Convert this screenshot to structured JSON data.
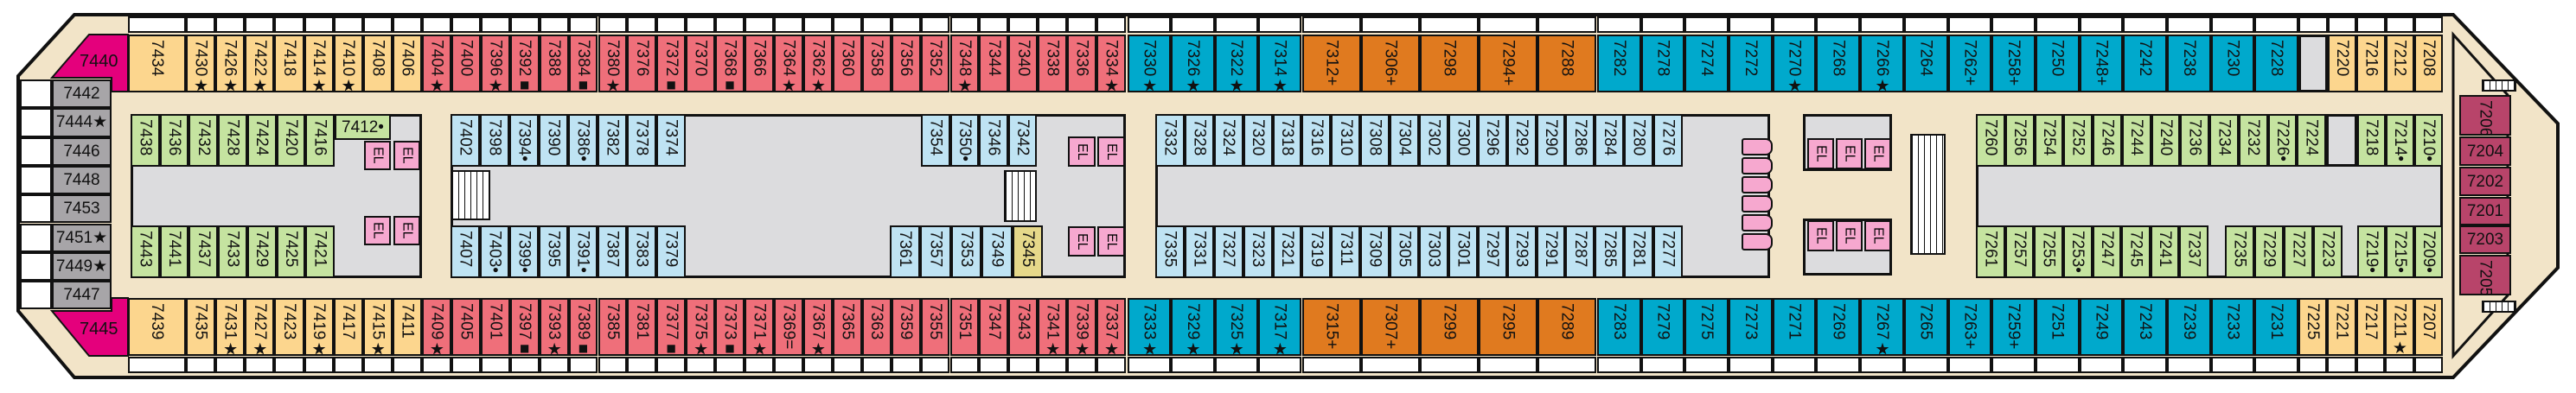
{
  "deck": {
    "elevator_label": "EL",
    "colors": {
      "yellow": "#fcd68e",
      "red": "#ef6f7a",
      "teal": "#00a9cc",
      "orange": "#e07a1f",
      "lightblue": "#bfe3f3",
      "green": "#c5e3a0",
      "magenta": "#e4007c",
      "plum": "#b8446a",
      "gray": "#a7a5a8",
      "khaki": "#e6d88a",
      "corridor": "#f2e4c8",
      "elevator": "#f6a8cf"
    },
    "top_row": [
      {
        "n": "7434",
        "c": "yellow"
      },
      {
        "n": "7430",
        "m": "★",
        "c": "yellow"
      },
      {
        "n": "7426",
        "m": "★",
        "c": "yellow"
      },
      {
        "n": "7422",
        "m": "★",
        "c": "yellow"
      },
      {
        "n": "7418",
        "c": "yellow"
      },
      {
        "n": "7414",
        "m": "★",
        "c": "yellow"
      },
      {
        "n": "7410",
        "m": "★",
        "c": "yellow"
      },
      {
        "n": "7408",
        "c": "yellow"
      },
      {
        "n": "7406",
        "c": "yellow"
      },
      {
        "n": "7404",
        "m": "★",
        "c": "red"
      },
      {
        "n": "7400",
        "c": "red"
      },
      {
        "n": "7396",
        "m": "★",
        "c": "red"
      },
      {
        "n": "7392",
        "m": "■",
        "c": "red"
      },
      {
        "n": "7388",
        "c": "red"
      },
      {
        "n": "7384",
        "m": "■",
        "c": "red"
      },
      {
        "n": "7380",
        "m": "★",
        "c": "red"
      },
      {
        "n": "7376",
        "c": "red"
      },
      {
        "n": "7372",
        "m": "■",
        "c": "red"
      },
      {
        "n": "7370",
        "c": "red"
      },
      {
        "n": "7368",
        "m": "■",
        "c": "red"
      },
      {
        "n": "7366",
        "c": "red"
      },
      {
        "n": "7364",
        "m": "★",
        "c": "red"
      },
      {
        "n": "7362",
        "m": "★",
        "c": "red"
      },
      {
        "n": "7360",
        "c": "red"
      },
      {
        "n": "7358",
        "c": "red"
      },
      {
        "n": "7356",
        "c": "red"
      },
      {
        "n": "7352",
        "c": "red"
      },
      {
        "n": "7348",
        "m": "★",
        "c": "red"
      },
      {
        "n": "7344",
        "c": "red"
      },
      {
        "n": "7340",
        "c": "red"
      },
      {
        "n": "7338",
        "c": "red"
      },
      {
        "n": "7336",
        "c": "red"
      },
      {
        "n": "7334",
        "m": "★",
        "c": "red"
      },
      {
        "n": "7330",
        "m": "★",
        "c": "teal"
      },
      {
        "n": "7326",
        "m": "★",
        "c": "teal"
      },
      {
        "n": "7322",
        "m": "★",
        "c": "teal"
      },
      {
        "n": "7314",
        "m": "★",
        "c": "teal"
      },
      {
        "n": "7312",
        "m": "+",
        "c": "orange"
      },
      {
        "n": "7306",
        "m": "+",
        "c": "orange"
      },
      {
        "n": "7298",
        "c": "orange"
      },
      {
        "n": "7294",
        "m": "+",
        "c": "orange"
      },
      {
        "n": "7288",
        "c": "orange"
      },
      {
        "n": "7282",
        "c": "teal"
      },
      {
        "n": "7278",
        "c": "teal"
      },
      {
        "n": "7274",
        "c": "teal"
      },
      {
        "n": "7272",
        "c": "teal"
      },
      {
        "n": "7270",
        "m": "★",
        "c": "teal"
      },
      {
        "n": "7268",
        "c": "teal"
      },
      {
        "n": "7266",
        "m": "★",
        "c": "teal"
      },
      {
        "n": "7264",
        "c": "teal"
      },
      {
        "n": "7262",
        "m": "+",
        "c": "teal"
      },
      {
        "n": "7258",
        "m": "+",
        "c": "teal"
      },
      {
        "n": "7250",
        "c": "teal"
      },
      {
        "n": "7248",
        "m": "+",
        "c": "teal"
      },
      {
        "n": "7242",
        "c": "teal"
      },
      {
        "n": "7238",
        "c": "teal"
      },
      {
        "n": "7230",
        "c": "teal"
      },
      {
        "n": "7228",
        "c": "teal"
      },
      {
        "n": "7220",
        "c": "yellow"
      },
      {
        "n": "7216",
        "c": "yellow"
      },
      {
        "n": "7212",
        "c": "yellow"
      },
      {
        "n": "7208",
        "c": "yellow"
      }
    ],
    "bottom_row": [
      {
        "n": "7439",
        "c": "yellow"
      },
      {
        "n": "7435",
        "c": "yellow"
      },
      {
        "n": "7431",
        "m": "★",
        "c": "yellow"
      },
      {
        "n": "7427",
        "m": "★",
        "c": "yellow"
      },
      {
        "n": "7423",
        "c": "yellow"
      },
      {
        "n": "7419",
        "m": "★",
        "c": "yellow"
      },
      {
        "n": "7417",
        "c": "yellow"
      },
      {
        "n": "7415",
        "m": "★",
        "c": "yellow"
      },
      {
        "n": "7411",
        "c": "yellow"
      },
      {
        "n": "7409",
        "m": "★",
        "c": "red"
      },
      {
        "n": "7405",
        "c": "red"
      },
      {
        "n": "7401",
        "c": "red"
      },
      {
        "n": "7397",
        "m": "■",
        "c": "red"
      },
      {
        "n": "7393",
        "m": "★",
        "c": "red"
      },
      {
        "n": "7389",
        "m": "■",
        "c": "red"
      },
      {
        "n": "7385",
        "c": "red"
      },
      {
        "n": "7381",
        "c": "red"
      },
      {
        "n": "7377",
        "m": "■",
        "c": "red"
      },
      {
        "n": "7375",
        "m": "★",
        "c": "red"
      },
      {
        "n": "7373",
        "m": "■",
        "c": "red"
      },
      {
        "n": "7371",
        "m": "★",
        "c": "red"
      },
      {
        "n": "7369",
        "m": "=",
        "c": "red"
      },
      {
        "n": "7367",
        "m": "★",
        "c": "red"
      },
      {
        "n": "7365",
        "c": "red"
      },
      {
        "n": "7363",
        "c": "red"
      },
      {
        "n": "7359",
        "c": "red"
      },
      {
        "n": "7355",
        "c": "red"
      },
      {
        "n": "7351",
        "c": "red"
      },
      {
        "n": "7347",
        "c": "red"
      },
      {
        "n": "7343",
        "c": "red"
      },
      {
        "n": "7341",
        "m": "★",
        "c": "red"
      },
      {
        "n": "7339",
        "m": "★",
        "c": "red"
      },
      {
        "n": "7337",
        "m": "★",
        "c": "red"
      },
      {
        "n": "7333",
        "m": "★",
        "c": "teal"
      },
      {
        "n": "7329",
        "m": "★",
        "c": "teal"
      },
      {
        "n": "7325",
        "m": "★",
        "c": "teal"
      },
      {
        "n": "7317",
        "m": "★",
        "c": "teal"
      },
      {
        "n": "7315",
        "m": "+",
        "c": "orange"
      },
      {
        "n": "7307",
        "m": "+",
        "c": "orange"
      },
      {
        "n": "7299",
        "c": "orange"
      },
      {
        "n": "7295",
        "c": "orange"
      },
      {
        "n": "7289",
        "c": "orange"
      },
      {
        "n": "7283",
        "c": "teal"
      },
      {
        "n": "7279",
        "c": "teal"
      },
      {
        "n": "7275",
        "c": "teal"
      },
      {
        "n": "7273",
        "c": "teal"
      },
      {
        "n": "7271",
        "c": "teal"
      },
      {
        "n": "7269",
        "c": "teal"
      },
      {
        "n": "7267",
        "m": "★",
        "c": "teal"
      },
      {
        "n": "7265",
        "c": "teal"
      },
      {
        "n": "7263",
        "m": "+",
        "c": "teal"
      },
      {
        "n": "7259",
        "m": "+",
        "c": "teal"
      },
      {
        "n": "7251",
        "c": "teal"
      },
      {
        "n": "7249",
        "c": "teal"
      },
      {
        "n": "7243",
        "c": "teal"
      },
      {
        "n": "7239",
        "c": "teal"
      },
      {
        "n": "7233",
        "c": "teal"
      },
      {
        "n": "7231",
        "c": "teal"
      },
      {
        "n": "7225",
        "c": "yellow"
      },
      {
        "n": "7221",
        "c": "yellow"
      },
      {
        "n": "7217",
        "c": "yellow"
      },
      {
        "n": "7211",
        "m": "★",
        "c": "yellow"
      },
      {
        "n": "7207",
        "c": "yellow"
      }
    ],
    "inner_upper": [
      {
        "n": "7438",
        "c": "green"
      },
      {
        "n": "7436",
        "c": "green"
      },
      {
        "n": "7432",
        "c": "green"
      },
      {
        "n": "7428",
        "c": "green"
      },
      {
        "n": "7424",
        "c": "green"
      },
      {
        "n": "7420",
        "c": "green"
      },
      {
        "n": "7416",
        "c": "green"
      },
      {
        "n": "7412",
        "m": "•",
        "c": "green"
      },
      {
        "n": "7402",
        "c": "lightblue"
      },
      {
        "n": "7398",
        "c": "lightblue"
      },
      {
        "n": "7394",
        "m": "•",
        "c": "lightblue"
      },
      {
        "n": "7390",
        "c": "lightblue"
      },
      {
        "n": "7386",
        "m": "•",
        "c": "lightblue"
      },
      {
        "n": "7382",
        "c": "lightblue"
      },
      {
        "n": "7378",
        "c": "lightblue"
      },
      {
        "n": "7374",
        "c": "lightblue"
      },
      {
        "n": "7354",
        "c": "lightblue"
      },
      {
        "n": "7350",
        "m": "•",
        "c": "lightblue"
      },
      {
        "n": "7346",
        "c": "lightblue"
      },
      {
        "n": "7342",
        "c": "lightblue"
      },
      {
        "n": "7332",
        "c": "lightblue"
      },
      {
        "n": "7328",
        "c": "lightblue"
      },
      {
        "n": "7324",
        "c": "lightblue"
      },
      {
        "n": "7320",
        "c": "lightblue"
      },
      {
        "n": "7318",
        "c": "lightblue"
      },
      {
        "n": "7316",
        "c": "lightblue"
      },
      {
        "n": "7310",
        "c": "lightblue"
      },
      {
        "n": "7308",
        "c": "lightblue"
      },
      {
        "n": "7304",
        "c": "lightblue"
      },
      {
        "n": "7302",
        "c": "lightblue"
      },
      {
        "n": "7300",
        "c": "lightblue"
      },
      {
        "n": "7296",
        "c": "lightblue"
      },
      {
        "n": "7292",
        "c": "lightblue"
      },
      {
        "n": "7290",
        "c": "lightblue"
      },
      {
        "n": "7286",
        "c": "lightblue"
      },
      {
        "n": "7284",
        "c": "lightblue"
      },
      {
        "n": "7280",
        "c": "lightblue"
      },
      {
        "n": "7276",
        "c": "lightblue"
      },
      {
        "n": "7260",
        "c": "green"
      },
      {
        "n": "7256",
        "c": "green"
      },
      {
        "n": "7254",
        "c": "green"
      },
      {
        "n": "7252",
        "c": "green"
      },
      {
        "n": "7246",
        "c": "green"
      },
      {
        "n": "7244",
        "c": "green"
      },
      {
        "n": "7240",
        "c": "green"
      },
      {
        "n": "7236",
        "c": "green"
      },
      {
        "n": "7234",
        "c": "green"
      },
      {
        "n": "7232",
        "c": "green"
      },
      {
        "n": "7226",
        "m": "•",
        "c": "green"
      },
      {
        "n": "7224",
        "c": "green"
      },
      {
        "n": "7218",
        "c": "green"
      },
      {
        "n": "7214",
        "m": "•",
        "c": "green"
      },
      {
        "n": "7210",
        "m": "•",
        "c": "green"
      }
    ],
    "inner_lower": [
      {
        "n": "7443",
        "c": "green"
      },
      {
        "n": "7441",
        "c": "green"
      },
      {
        "n": "7437",
        "c": "green"
      },
      {
        "n": "7433",
        "c": "green"
      },
      {
        "n": "7429",
        "c": "green"
      },
      {
        "n": "7425",
        "c": "green"
      },
      {
        "n": "7421",
        "c": "green"
      },
      {
        "n": "7407",
        "c": "lightblue"
      },
      {
        "n": "7403",
        "m": "•",
        "c": "lightblue"
      },
      {
        "n": "7399",
        "m": "•",
        "c": "lightblue"
      },
      {
        "n": "7395",
        "c": "lightblue"
      },
      {
        "n": "7391",
        "m": "•",
        "c": "lightblue"
      },
      {
        "n": "7387",
        "c": "lightblue"
      },
      {
        "n": "7383",
        "c": "lightblue"
      },
      {
        "n": "7379",
        "c": "lightblue"
      },
      {
        "n": "7361",
        "c": "lightblue"
      },
      {
        "n": "7357",
        "c": "lightblue"
      },
      {
        "n": "7353",
        "c": "lightblue"
      },
      {
        "n": "7349",
        "c": "lightblue"
      },
      {
        "n": "7345",
        "c": "khaki"
      },
      {
        "n": "7335",
        "c": "lightblue"
      },
      {
        "n": "7331",
        "c": "lightblue"
      },
      {
        "n": "7327",
        "c": "lightblue"
      },
      {
        "n": "7323",
        "c": "lightblue"
      },
      {
        "n": "7321",
        "c": "lightblue"
      },
      {
        "n": "7319",
        "c": "lightblue"
      },
      {
        "n": "7311",
        "c": "lightblue"
      },
      {
        "n": "7309",
        "c": "lightblue"
      },
      {
        "n": "7305",
        "c": "lightblue"
      },
      {
        "n": "7303",
        "c": "lightblue"
      },
      {
        "n": "7301",
        "c": "lightblue"
      },
      {
        "n": "7297",
        "c": "lightblue"
      },
      {
        "n": "7293",
        "c": "lightblue"
      },
      {
        "n": "7291",
        "c": "lightblue"
      },
      {
        "n": "7287",
        "c": "lightblue"
      },
      {
        "n": "7285",
        "c": "lightblue"
      },
      {
        "n": "7281",
        "c": "lightblue"
      },
      {
        "n": "7277",
        "c": "lightblue"
      },
      {
        "n": "7261",
        "c": "green"
      },
      {
        "n": "7257",
        "c": "green"
      },
      {
        "n": "7255",
        "c": "green"
      },
      {
        "n": "7253",
        "m": "•",
        "c": "green"
      },
      {
        "n": "7247",
        "c": "green"
      },
      {
        "n": "7245",
        "c": "green"
      },
      {
        "n": "7241",
        "c": "green"
      },
      {
        "n": "7237",
        "c": "green"
      },
      {
        "n": "7235",
        "c": "green"
      },
      {
        "n": "7229",
        "c": "green"
      },
      {
        "n": "7227",
        "c": "green"
      },
      {
        "n": "7223",
        "c": "green"
      },
      {
        "n": "7219",
        "m": "•",
        "c": "green"
      },
      {
        "n": "7215",
        "m": "•",
        "c": "green"
      },
      {
        "n": "7209",
        "m": "•",
        "c": "green"
      }
    ],
    "stern": {
      "top_suite": {
        "n": "7440",
        "c": "magenta"
      },
      "bottom_suite": {
        "n": "7445",
        "c": "magenta"
      },
      "cabins": [
        {
          "n": "7442",
          "c": "gray"
        },
        {
          "n": "7444",
          "m": "★",
          "c": "gray"
        },
        {
          "n": "7446",
          "c": "gray"
        },
        {
          "n": "7448",
          "c": "gray"
        },
        {
          "n": "7453",
          "c": "gray"
        },
        {
          "n": "7451",
          "m": "★",
          "c": "gray"
        },
        {
          "n": "7449",
          "m": "★",
          "c": "gray"
        },
        {
          "n": "7447",
          "c": "gray"
        }
      ]
    },
    "bow": {
      "cabins": [
        {
          "n": "7206",
          "c": "plum"
        },
        {
          "n": "7204",
          "c": "plum"
        },
        {
          "n": "7202",
          "c": "plum"
        },
        {
          "n": "7201",
          "c": "plum"
        },
        {
          "n": "7203",
          "c": "plum"
        },
        {
          "n": "7205",
          "c": "plum"
        }
      ]
    }
  }
}
